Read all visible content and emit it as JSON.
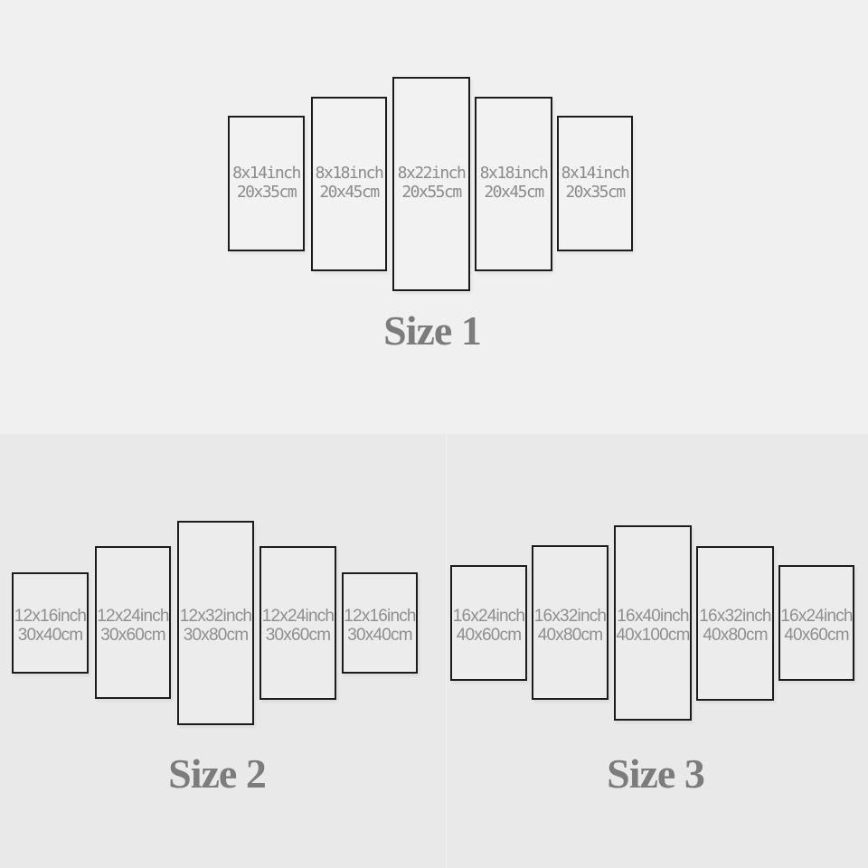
{
  "page": {
    "background_top": "#f0f0f1",
    "background_bottom": "#e9e9ea",
    "panel_fill_top": "#f2f2f3",
    "panel_fill_bottom": "#ececed",
    "panel_border_color": "#1c1c1c",
    "panel_text_color": "#8b8b8b",
    "title_color": "#7c7c7c"
  },
  "sections": [
    {
      "title": "Size 1",
      "panels": [
        {
          "inch": "8x14inch",
          "cm": "20x35cm"
        },
        {
          "inch": "8x18inch",
          "cm": "20x45cm"
        },
        {
          "inch": "8x22inch",
          "cm": "20x55cm"
        },
        {
          "inch": "8x18inch",
          "cm": "20x45cm"
        },
        {
          "inch": "8x14inch",
          "cm": "20x35cm"
        }
      ]
    },
    {
      "title": "Size 2",
      "panels": [
        {
          "inch": "12x16inch",
          "cm": "30x40cm"
        },
        {
          "inch": "12x24inch",
          "cm": "30x60cm"
        },
        {
          "inch": "12x32inch",
          "cm": "30x80cm"
        },
        {
          "inch": "12x24inch",
          "cm": "30x60cm"
        },
        {
          "inch": "12x16inch",
          "cm": "30x40cm"
        }
      ]
    },
    {
      "title": "Size 3",
      "panels": [
        {
          "inch": "16x24inch",
          "cm": "40x60cm"
        },
        {
          "inch": "16x32inch",
          "cm": "40x80cm"
        },
        {
          "inch": "16x40inch",
          "cm": "40x100cm"
        },
        {
          "inch": "16x32inch",
          "cm": "40x80cm"
        },
        {
          "inch": "16x24inch",
          "cm": "40x60cm"
        }
      ]
    }
  ]
}
